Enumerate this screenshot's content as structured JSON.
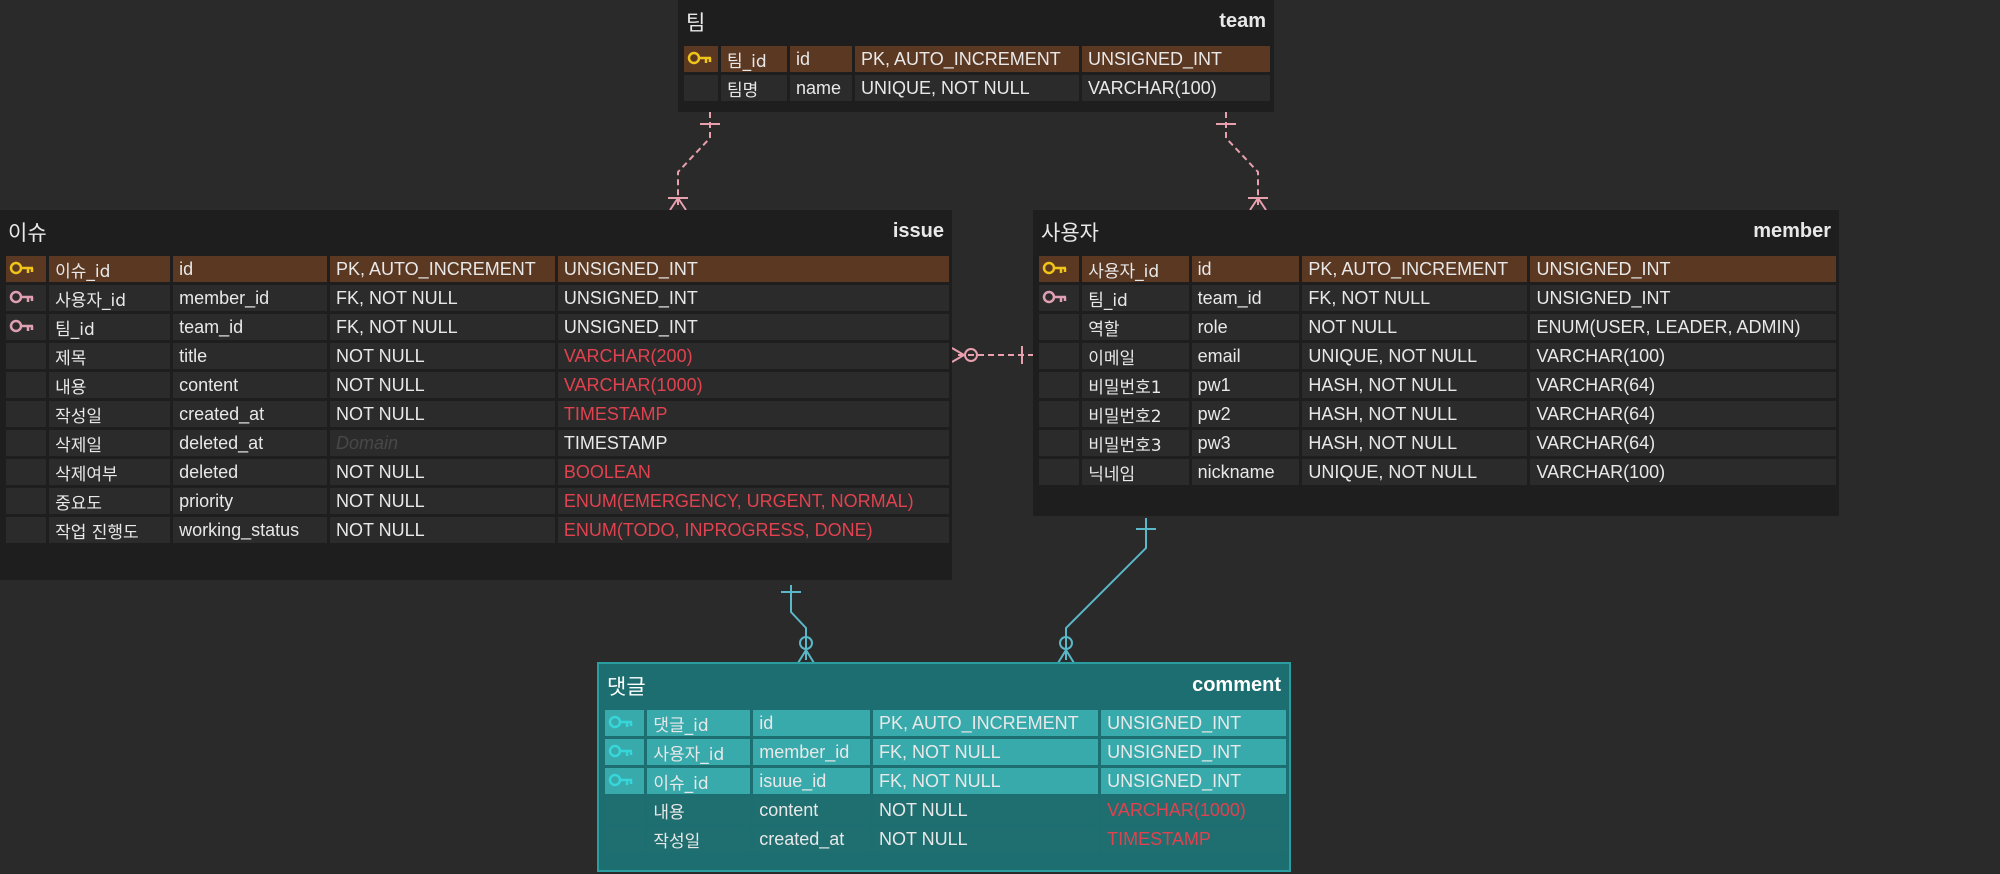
{
  "colors": {
    "canvas": "#2a2a2a",
    "entity": "#1e1e1e",
    "pk_row": "#5a3822",
    "comment_entity": "#1d6e70",
    "comment_key_row": "#39aaac",
    "required_type": "#e0424f",
    "team_relation": "#e8a0ae",
    "comment_relation": "#5ab8c8",
    "pk_key": "#f0c419",
    "fk_key": "#e0a0b4",
    "comment_key": "#36d6d9"
  },
  "entities": {
    "team": {
      "kor": "팀",
      "name": "team",
      "rows": [
        {
          "key": "pk",
          "kor": "팀_id",
          "col": "id",
          "cons": "PK, AUTO_INCREMENT",
          "type": "UNSIGNED_INT",
          "red": false
        },
        {
          "key": "",
          "kor": "팀명",
          "col": "name",
          "cons": "UNIQUE, NOT NULL",
          "type": "VARCHAR(100)",
          "red": false
        }
      ]
    },
    "issue": {
      "kor": "이슈",
      "name": "issue",
      "rows": [
        {
          "key": "pk",
          "kor": "이슈_id",
          "col": "id",
          "cons": "PK, AUTO_INCREMENT",
          "type": "UNSIGNED_INT",
          "red": false
        },
        {
          "key": "fk",
          "kor": "사용자_id",
          "col": "member_id",
          "cons": "FK, NOT NULL",
          "type": "UNSIGNED_INT",
          "red": false
        },
        {
          "key": "fk",
          "kor": "팀_id",
          "col": "team_id",
          "cons": "FK, NOT NULL",
          "type": "UNSIGNED_INT",
          "red": false
        },
        {
          "key": "",
          "kor": "제목",
          "col": "title",
          "cons": "NOT NULL",
          "type": "VARCHAR(200)",
          "red": true
        },
        {
          "key": "",
          "kor": "내용",
          "col": "content",
          "cons": "NOT NULL",
          "type": "VARCHAR(1000)",
          "red": true
        },
        {
          "key": "",
          "kor": "작성일",
          "col": "created_at",
          "cons": "NOT NULL",
          "type": "TIMESTAMP",
          "red": true
        },
        {
          "key": "",
          "kor": "삭제일",
          "col": "deleted_at",
          "cons": "Domain",
          "type": "TIMESTAMP",
          "red": false,
          "placeholder": true
        },
        {
          "key": "",
          "kor": "삭제여부",
          "col": "deleted",
          "cons": "NOT NULL",
          "type": "BOOLEAN",
          "red": true
        },
        {
          "key": "",
          "kor": "중요도",
          "col": "priority",
          "cons": "NOT NULL",
          "type": "ENUM(EMERGENCY, URGENT, NORMAL)",
          "red": true
        },
        {
          "key": "",
          "kor": "작업 진행도",
          "col": "working_status",
          "cons": "NOT NULL",
          "type": "ENUM(TODO, INPROGRESS, DONE)",
          "red": true
        }
      ]
    },
    "member": {
      "kor": "사용자",
      "name": "member",
      "rows": [
        {
          "key": "pk",
          "kor": "사용자_id",
          "col": "id",
          "cons": "PK, AUTO_INCREMENT",
          "type": "UNSIGNED_INT",
          "red": false
        },
        {
          "key": "fk",
          "kor": "팀_id",
          "col": "team_id",
          "cons": "FK, NOT NULL",
          "type": "UNSIGNED_INT",
          "red": false
        },
        {
          "key": "",
          "kor": "역할",
          "col": "role",
          "cons": "NOT NULL",
          "type": "ENUM(USER, LEADER, ADMIN)",
          "red": false
        },
        {
          "key": "",
          "kor": "이메일",
          "col": "email",
          "cons": "UNIQUE, NOT NULL",
          "type": "VARCHAR(100)",
          "red": false
        },
        {
          "key": "",
          "kor": "비밀번호1",
          "col": "pw1",
          "cons": "HASH, NOT NULL",
          "type": "VARCHAR(64)",
          "red": false
        },
        {
          "key": "",
          "kor": "비밀번호2",
          "col": "pw2",
          "cons": "HASH, NOT NULL",
          "type": "VARCHAR(64)",
          "red": false
        },
        {
          "key": "",
          "kor": "비밀번호3",
          "col": "pw3",
          "cons": "HASH, NOT NULL",
          "type": "VARCHAR(64)",
          "red": false
        },
        {
          "key": "",
          "kor": "닉네임",
          "col": "nickname",
          "cons": "UNIQUE, NOT NULL",
          "type": "VARCHAR(100)",
          "red": false
        }
      ]
    },
    "comment": {
      "kor": "댓글",
      "name": "comment",
      "rows": [
        {
          "key": "pk",
          "kor": "댓글_id",
          "col": "id",
          "cons": "PK, AUTO_INCREMENT",
          "type": "UNSIGNED_INT",
          "red": false
        },
        {
          "key": "fk",
          "kor": "사용자_id",
          "col": "member_id",
          "cons": "FK, NOT NULL",
          "type": "UNSIGNED_INT",
          "red": false
        },
        {
          "key": "fk",
          "kor": "이슈_id",
          "col": "isuue_id",
          "cons": "FK, NOT NULL",
          "type": "UNSIGNED_INT",
          "red": false
        },
        {
          "key": "",
          "kor": "내용",
          "col": "content",
          "cons": "NOT NULL",
          "type": "VARCHAR(1000)",
          "red": true
        },
        {
          "key": "",
          "kor": "작성일",
          "col": "created_at",
          "cons": "NOT NULL",
          "type": "TIMESTAMP",
          "red": true
        }
      ]
    }
  }
}
